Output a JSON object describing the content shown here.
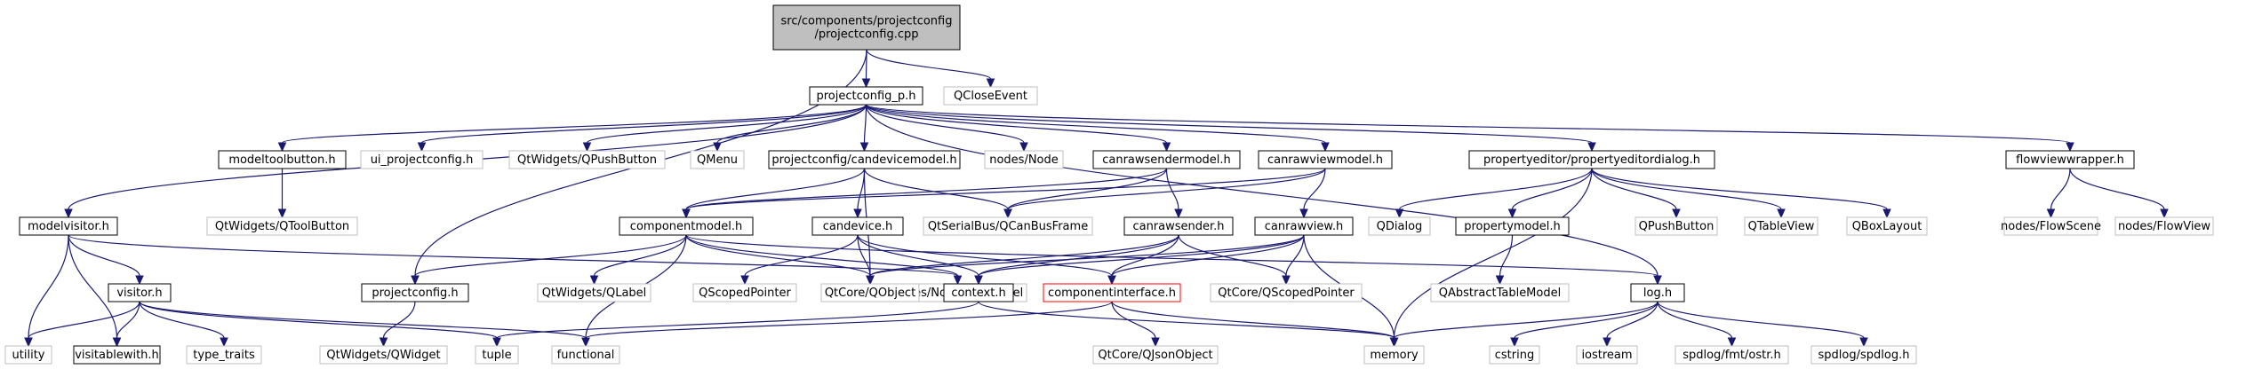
{
  "diagram": {
    "edge_color": "#191970",
    "node_styles": {
      "root": {
        "fill": "#bfbfbf",
        "stroke": "#000000"
      },
      "std": {
        "fill": "#ffffff",
        "stroke": "#000000"
      },
      "ext": {
        "fill": "#ffffff",
        "stroke": "#bfbfbf"
      },
      "err": {
        "fill": "#ffffff",
        "stroke": "#ff0000"
      }
    },
    "nodes": [
      {
        "id": "root",
        "lines": [
          "src/components/projectconfig",
          "/projectconfig.cpp"
        ],
        "style": "root"
      },
      {
        "id": "pcp",
        "lines": [
          "projectconfig_p.h"
        ],
        "style": "std"
      },
      {
        "id": "qclose",
        "lines": [
          "QCloseEvent"
        ],
        "style": "ext"
      },
      {
        "id": "mtb",
        "lines": [
          "modeltoolbutton.h"
        ],
        "style": "std"
      },
      {
        "id": "uipc",
        "lines": [
          "ui_projectconfig.h"
        ],
        "style": "ext"
      },
      {
        "id": "qpush_w",
        "lines": [
          "QtWidgets/QPushButton"
        ],
        "style": "ext"
      },
      {
        "id": "qmenu",
        "lines": [
          "QMenu"
        ],
        "style": "ext"
      },
      {
        "id": "cdm",
        "lines": [
          "projectconfig/candevicemodel.h"
        ],
        "style": "std"
      },
      {
        "id": "nnode",
        "lines": [
          "nodes/Node"
        ],
        "style": "ext"
      },
      {
        "id": "crsm",
        "lines": [
          "canrawsendermodel.h"
        ],
        "style": "std"
      },
      {
        "id": "crvm",
        "lines": [
          "canrawviewmodel.h"
        ],
        "style": "std"
      },
      {
        "id": "ped",
        "lines": [
          "propertyeditor/propertyeditordialog.h"
        ],
        "style": "std"
      },
      {
        "id": "fvw",
        "lines": [
          "flowviewwrapper.h"
        ],
        "style": "std"
      },
      {
        "id": "mv",
        "lines": [
          "modelvisitor.h"
        ],
        "style": "std"
      },
      {
        "id": "qtoolbtn",
        "lines": [
          "QtWidgets/QToolButton"
        ],
        "style": "ext"
      },
      {
        "id": "cm",
        "lines": [
          "componentmodel.h"
        ],
        "style": "std"
      },
      {
        "id": "cd",
        "lines": [
          "candevice.h"
        ],
        "style": "std"
      },
      {
        "id": "qcanbus",
        "lines": [
          "QtSerialBus/QCanBusFrame"
        ],
        "style": "ext"
      },
      {
        "id": "crs",
        "lines": [
          "canrawsender.h"
        ],
        "style": "std"
      },
      {
        "id": "crv",
        "lines": [
          "canrawview.h"
        ],
        "style": "std"
      },
      {
        "id": "qdialog",
        "lines": [
          "QDialog"
        ],
        "style": "ext"
      },
      {
        "id": "pm",
        "lines": [
          "propertymodel.h"
        ],
        "style": "std"
      },
      {
        "id": "qpush",
        "lines": [
          "QPushButton"
        ],
        "style": "ext"
      },
      {
        "id": "qtable",
        "lines": [
          "QTableView"
        ],
        "style": "ext"
      },
      {
        "id": "qbox",
        "lines": [
          "QBoxLayout"
        ],
        "style": "ext"
      },
      {
        "id": "fscene",
        "lines": [
          "nodes/FlowScene"
        ],
        "style": "ext"
      },
      {
        "id": "fview",
        "lines": [
          "nodes/FlowView"
        ],
        "style": "ext"
      },
      {
        "id": "visitor",
        "lines": [
          "visitor.h"
        ],
        "style": "std"
      },
      {
        "id": "ndm",
        "lines": [
          "nodes/NodeDataModel"
        ],
        "style": "ext"
      },
      {
        "id": "pch",
        "lines": [
          "projectconfig.h"
        ],
        "style": "std"
      },
      {
        "id": "qlabel",
        "lines": [
          "QtWidgets/QLabel"
        ],
        "style": "ext"
      },
      {
        "id": "qsp",
        "lines": [
          "QScopedPointer"
        ],
        "style": "ext"
      },
      {
        "id": "qobj",
        "lines": [
          "QtCore/QObject"
        ],
        "style": "ext"
      },
      {
        "id": "ctx",
        "lines": [
          "context.h"
        ],
        "style": "std"
      },
      {
        "id": "ci",
        "lines": [
          "componentinterface.h"
        ],
        "style": "err"
      },
      {
        "id": "qcsp",
        "lines": [
          "QtCore/QScopedPointer"
        ],
        "style": "ext"
      },
      {
        "id": "log",
        "lines": [
          "log.h"
        ],
        "style": "std"
      },
      {
        "id": "qatm",
        "lines": [
          "QAbstractTableModel"
        ],
        "style": "ext"
      },
      {
        "id": "utility",
        "lines": [
          "utility"
        ],
        "style": "ext"
      },
      {
        "id": "vw",
        "lines": [
          "visitablewith.h"
        ],
        "style": "std"
      },
      {
        "id": "tt",
        "lines": [
          "type_traits"
        ],
        "style": "ext"
      },
      {
        "id": "qwidget",
        "lines": [
          "QtWidgets/QWidget"
        ],
        "style": "ext"
      },
      {
        "id": "tuple",
        "lines": [
          "tuple"
        ],
        "style": "ext"
      },
      {
        "id": "functional",
        "lines": [
          "functional"
        ],
        "style": "ext"
      },
      {
        "id": "qjson",
        "lines": [
          "QtCore/QJsonObject"
        ],
        "style": "ext"
      },
      {
        "id": "memory",
        "lines": [
          "memory"
        ],
        "style": "ext"
      },
      {
        "id": "cstring",
        "lines": [
          "cstring"
        ],
        "style": "ext"
      },
      {
        "id": "iostream",
        "lines": [
          "iostream"
        ],
        "style": "ext"
      },
      {
        "id": "ostr",
        "lines": [
          "spdlog/fmt/ostr.h"
        ],
        "style": "ext"
      },
      {
        "id": "spdlog",
        "lines": [
          "spdlog/spdlog.h"
        ],
        "style": "ext"
      }
    ],
    "edges": [
      [
        "root",
        "pcp"
      ],
      [
        "root",
        "qclose"
      ],
      [
        "root",
        "pch"
      ],
      [
        "pcp",
        "mv"
      ],
      [
        "pcp",
        "mtb"
      ],
      [
        "pcp",
        "uipc"
      ],
      [
        "pcp",
        "qpush_w"
      ],
      [
        "pcp",
        "qmenu"
      ],
      [
        "pcp",
        "cdm"
      ],
      [
        "pcp",
        "nnode"
      ],
      [
        "pcp",
        "crsm"
      ],
      [
        "pcp",
        "crvm"
      ],
      [
        "pcp",
        "ped"
      ],
      [
        "pcp",
        "fvw"
      ],
      [
        "pcp",
        "log"
      ],
      [
        "mtb",
        "qtoolbtn"
      ],
      [
        "cdm",
        "cm"
      ],
      [
        "cdm",
        "cd"
      ],
      [
        "cdm",
        "qcanbus"
      ],
      [
        "cdm",
        "qobj"
      ],
      [
        "crsm",
        "cm"
      ],
      [
        "crsm",
        "crs"
      ],
      [
        "crsm",
        "qcanbus"
      ],
      [
        "crvm",
        "cm"
      ],
      [
        "crvm",
        "crv"
      ],
      [
        "crvm",
        "qcanbus"
      ],
      [
        "ped",
        "qdialog"
      ],
      [
        "ped",
        "pm"
      ],
      [
        "ped",
        "qpush"
      ],
      [
        "ped",
        "qtable"
      ],
      [
        "ped",
        "qbox"
      ],
      [
        "ped",
        "memory"
      ],
      [
        "fvw",
        "fscene"
      ],
      [
        "fvw",
        "fview"
      ],
      [
        "mv",
        "visitor"
      ],
      [
        "mv",
        "vw"
      ],
      [
        "mv",
        "utility"
      ],
      [
        "mv",
        "ndm"
      ],
      [
        "cm",
        "ndm"
      ],
      [
        "cm",
        "pch"
      ],
      [
        "cm",
        "qlabel"
      ],
      [
        "cm",
        "qobj"
      ],
      [
        "cm",
        "log"
      ],
      [
        "cm",
        "functional"
      ],
      [
        "cd",
        "qsp"
      ],
      [
        "cd",
        "qobj"
      ],
      [
        "cd",
        "ctx"
      ],
      [
        "cd",
        "ci"
      ],
      [
        "crs",
        "qobj"
      ],
      [
        "crs",
        "ctx"
      ],
      [
        "crs",
        "ci"
      ],
      [
        "crs",
        "qcsp"
      ],
      [
        "crv",
        "qobj"
      ],
      [
        "crv",
        "ctx"
      ],
      [
        "crv",
        "ci"
      ],
      [
        "crv",
        "qcsp"
      ],
      [
        "crv",
        "memory"
      ],
      [
        "pm",
        "qatm"
      ],
      [
        "visitor",
        "utility"
      ],
      [
        "visitor",
        "vw"
      ],
      [
        "visitor",
        "tt"
      ],
      [
        "visitor",
        "tuple"
      ],
      [
        "visitor",
        "functional"
      ],
      [
        "pch",
        "qwidget"
      ],
      [
        "ctx",
        "tuple"
      ],
      [
        "ctx",
        "memory"
      ],
      [
        "ci",
        "functional"
      ],
      [
        "ci",
        "qjson"
      ],
      [
        "ci",
        "memory"
      ],
      [
        "log",
        "memory"
      ],
      [
        "log",
        "cstring"
      ],
      [
        "log",
        "iostream"
      ],
      [
        "log",
        "ostr"
      ],
      [
        "log",
        "spdlog"
      ]
    ]
  }
}
